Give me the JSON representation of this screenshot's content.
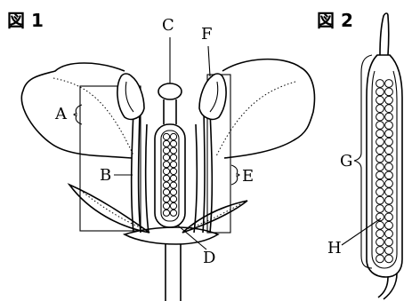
{
  "figures": {
    "fig1_title": "図 1",
    "fig2_title": "図 2"
  },
  "labels": {
    "A": "A",
    "B": "B",
    "C": "C",
    "D": "D",
    "E": "E",
    "F": "F",
    "G": "G",
    "H": "H"
  }
}
